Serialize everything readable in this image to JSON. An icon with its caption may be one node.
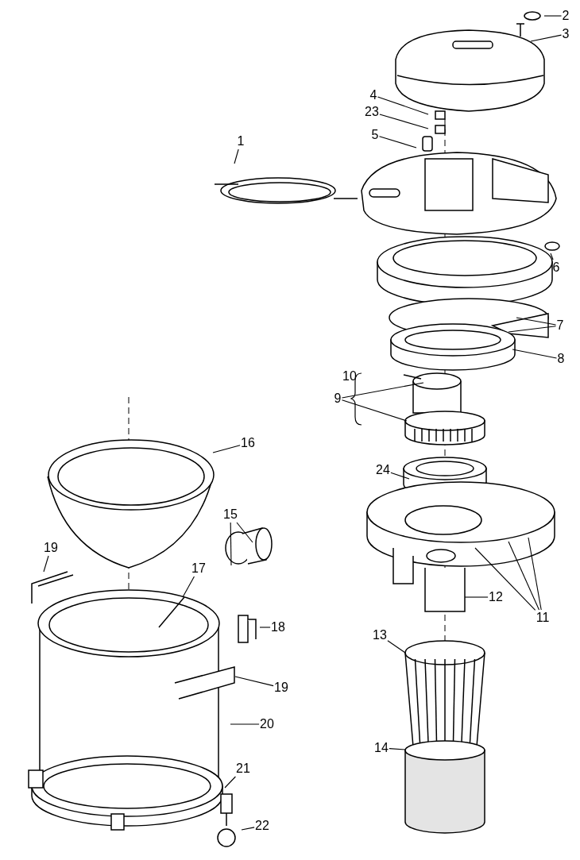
{
  "diagram": {
    "nodes": [
      {
        "text": [
          "1"
        ]
      },
      {
        "text": [
          "2"
        ]
      },
      {
        "text": [
          "3"
        ]
      },
      {
        "text": [
          "4"
        ]
      },
      {
        "text": [
          "23"
        ]
      },
      {
        "text": [
          "5"
        ]
      },
      {
        "text": [
          "6"
        ]
      },
      {
        "text": [
          "7"
        ]
      },
      {
        "text": [
          "8"
        ]
      },
      {
        "text": [
          "9"
        ]
      },
      {
        "text": [
          "24"
        ]
      },
      {
        "text": [
          "16"
        ]
      },
      {
        "text": [
          "15"
        ]
      },
      {
        "text": [
          "19"
        ]
      },
      {
        "text": [
          "17"
        ]
      },
      {
        "text": [
          "18"
        ]
      },
      {
        "text": [
          "19"
        ]
      },
      {
        "text": [
          "20"
        ]
      },
      {
        "text": [
          "21"
        ]
      },
      {
        "text": [
          "22"
        ]
      },
      {
        "text": [
          "12"
        ]
      },
      {
        "text": [
          "11"
        ]
      },
      {
        "text": [
          "13"
        ]
      },
      {
        "text": [
          "14"
        ]
      }
    ],
    "edges": [
      {
        "from": 0,
        "to": null,
        "arrow": "none"
      },
      {
        "from": 1,
        "to": null,
        "arrow": "none"
      },
      {
        "from": 2,
        "to": null,
        "arrow": "none"
      },
      {
        "from": 3,
        "to": null,
        "arrow": "none"
      },
      {
        "from": 4,
        "to": null,
        "arrow": "none"
      },
      {
        "from": 5,
        "to": null,
        "arrow": "none"
      },
      {
        "from": 6,
        "to": null,
        "arrow": "none"
      },
      {
        "from": 7,
        "to": null,
        "arrow": "none"
      },
      {
        "from": 7,
        "to": null,
        "arrow": "none"
      },
      {
        "from": 8,
        "to": null,
        "arrow": "none"
      },
      {
        "from": 9,
        "to": null,
        "arrow": "none"
      },
      {
        "from": 9,
        "to": null,
        "arrow": "none"
      },
      {
        "from": 10,
        "to": null,
        "arrow": "none"
      },
      {
        "from": 11,
        "to": null,
        "arrow": "none"
      },
      {
        "from": 12,
        "to": null,
        "arrow": "none"
      },
      {
        "from": 12,
        "to": null,
        "arrow": "none"
      },
      {
        "from": 13,
        "to": null,
        "arrow": "none"
      },
      {
        "from": 14,
        "to": null,
        "arrow": "none"
      },
      {
        "from": 15,
        "to": null,
        "arrow": "none"
      },
      {
        "from": 16,
        "to": null,
        "arrow": "none"
      },
      {
        "from": 17,
        "to": null,
        "arrow": "none"
      },
      {
        "from": 18,
        "to": null,
        "arrow": "none"
      },
      {
        "from": 19,
        "to": null,
        "arrow": "none"
      },
      {
        "from": 20,
        "to": null,
        "arrow": "none"
      },
      {
        "from": 21,
        "to": null,
        "arrow": "none"
      },
      {
        "from": 21,
        "to": null,
        "arrow": "none"
      },
      {
        "from": 21,
        "to": null,
        "arrow": "none"
      },
      {
        "from": 22,
        "to": null,
        "arrow": "none"
      },
      {
        "from": 23,
        "to": null,
        "arrow": "none"
      }
    ],
    "labels": [
      "10"
    ]
  }
}
